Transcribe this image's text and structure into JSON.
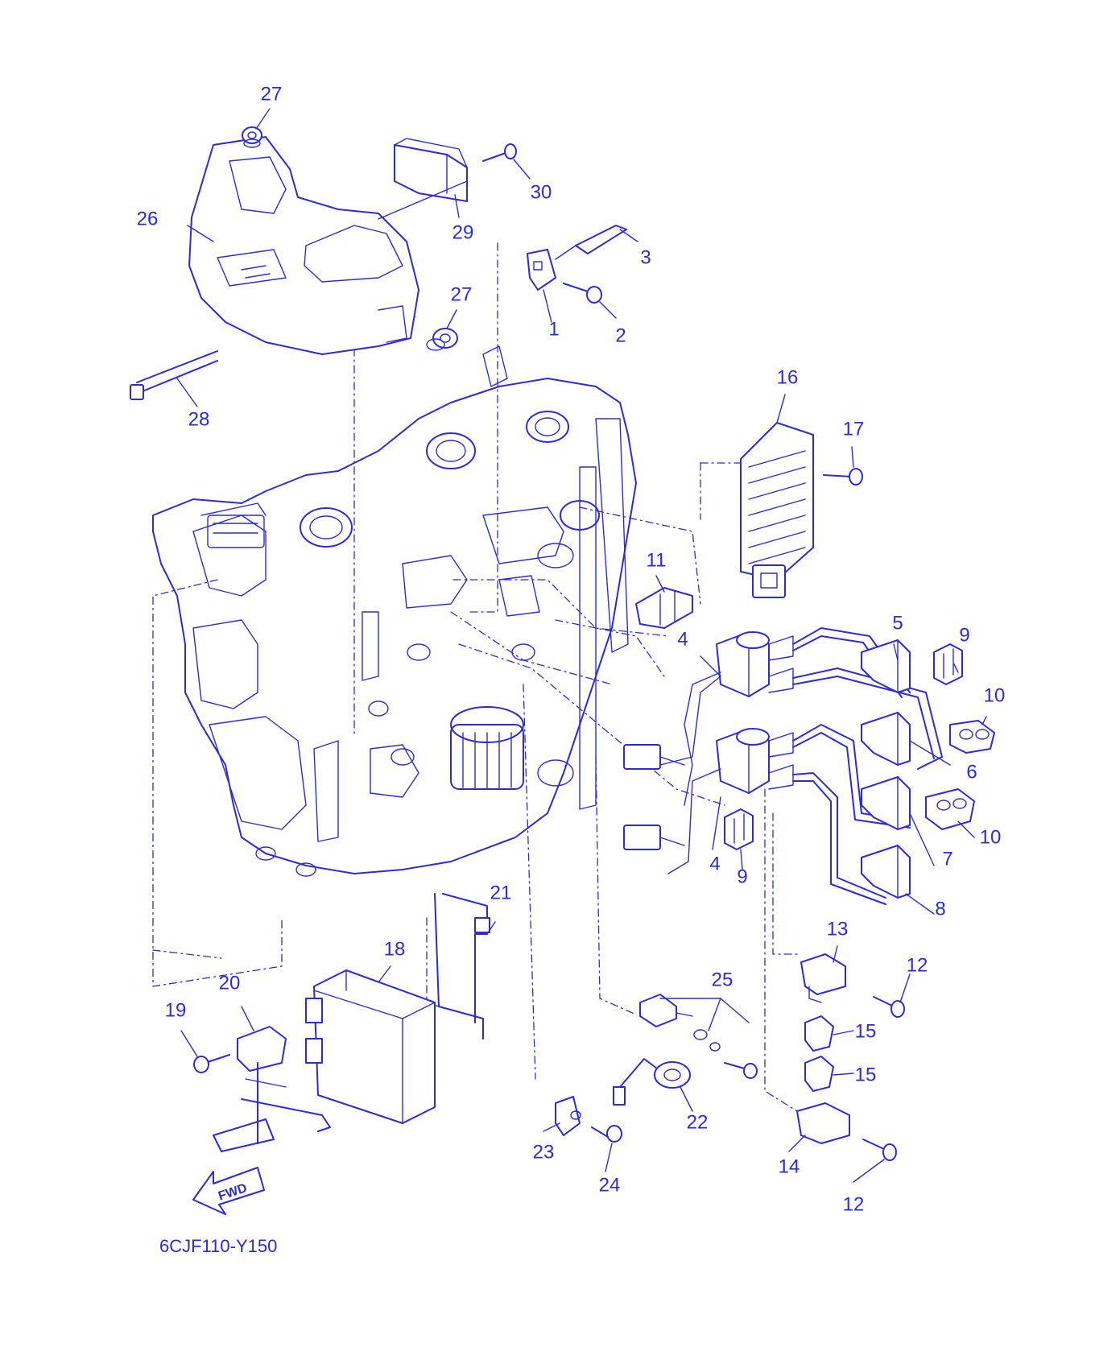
{
  "diagram": {
    "code": "6CJF110-Y150",
    "fwd_label": "FWD",
    "accent_color": "#2a2ae6",
    "labels": {
      "l27a": "27",
      "l26": "26",
      "l29": "29",
      "l30": "30",
      "l3": "3",
      "l1": "1",
      "l2": "2",
      "l27b": "27",
      "l28": "28",
      "l16": "16",
      "l17": "17",
      "l11": "11",
      "l5": "5",
      "l9a": "9",
      "l4a": "4",
      "l10a": "10",
      "l6": "6",
      "l10b": "10",
      "l7": "7",
      "l4b": "4",
      "l9b": "9",
      "l8": "8",
      "l21": "21",
      "l18": "18",
      "l13": "13",
      "l12a": "12",
      "l20": "20",
      "l19": "19",
      "l25": "25",
      "l15a": "15",
      "l15b": "15",
      "l22": "22",
      "l23": "23",
      "l24": "24",
      "l14": "14",
      "l12b": "12"
    }
  }
}
